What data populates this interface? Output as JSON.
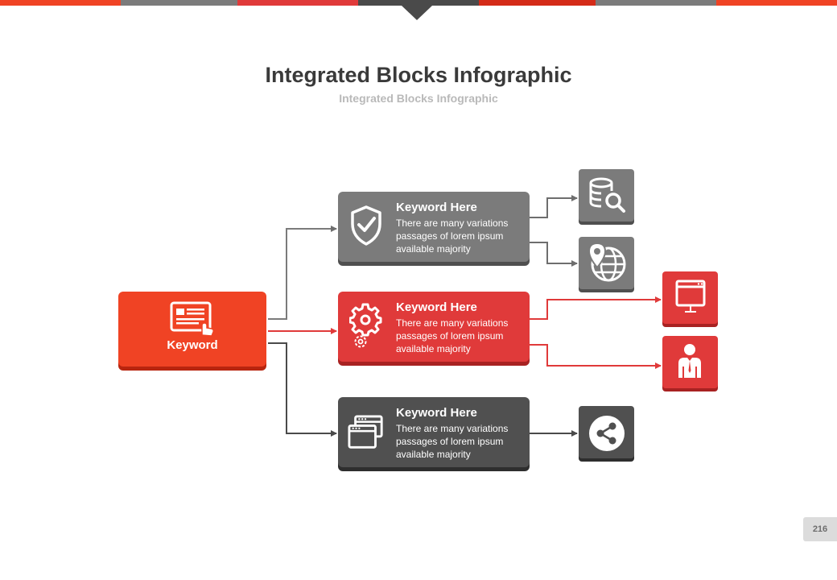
{
  "header": {
    "title": "Integrated Blocks Infographic",
    "subtitle": "Integrated Blocks Infographic"
  },
  "colors": {
    "orange": "#f04324",
    "red": "#e03a3a",
    "gray": "#7b7b7b",
    "dark_gray": "#505050",
    "top_bar": [
      "#f04324",
      "#7b7b7b",
      "#e03a3a",
      "#4a4a4a",
      "#d42b18",
      "#7b7b7b",
      "#f04324"
    ]
  },
  "source_block": {
    "label": "Keyword",
    "icon": "tablet-touch-icon"
  },
  "cards": [
    {
      "title": "Keyword Here",
      "text": "There are many variations passages of lorem ipsum available majority",
      "icon": "shield-check-icon"
    },
    {
      "title": "Keyword Here",
      "text": "There are many variations passages of lorem ipsum available majority",
      "icon": "gears-icon"
    },
    {
      "title": "Keyword Here",
      "text": "There are many variations passages of lorem ipsum available majority",
      "icon": "browser-windows-icon"
    }
  ],
  "tiles": [
    {
      "icon": "database-search-icon"
    },
    {
      "icon": "globe-location-icon"
    },
    {
      "icon": "monitor-icon"
    },
    {
      "icon": "businessman-icon"
    },
    {
      "icon": "share-icon"
    }
  ],
  "page_number": "216"
}
